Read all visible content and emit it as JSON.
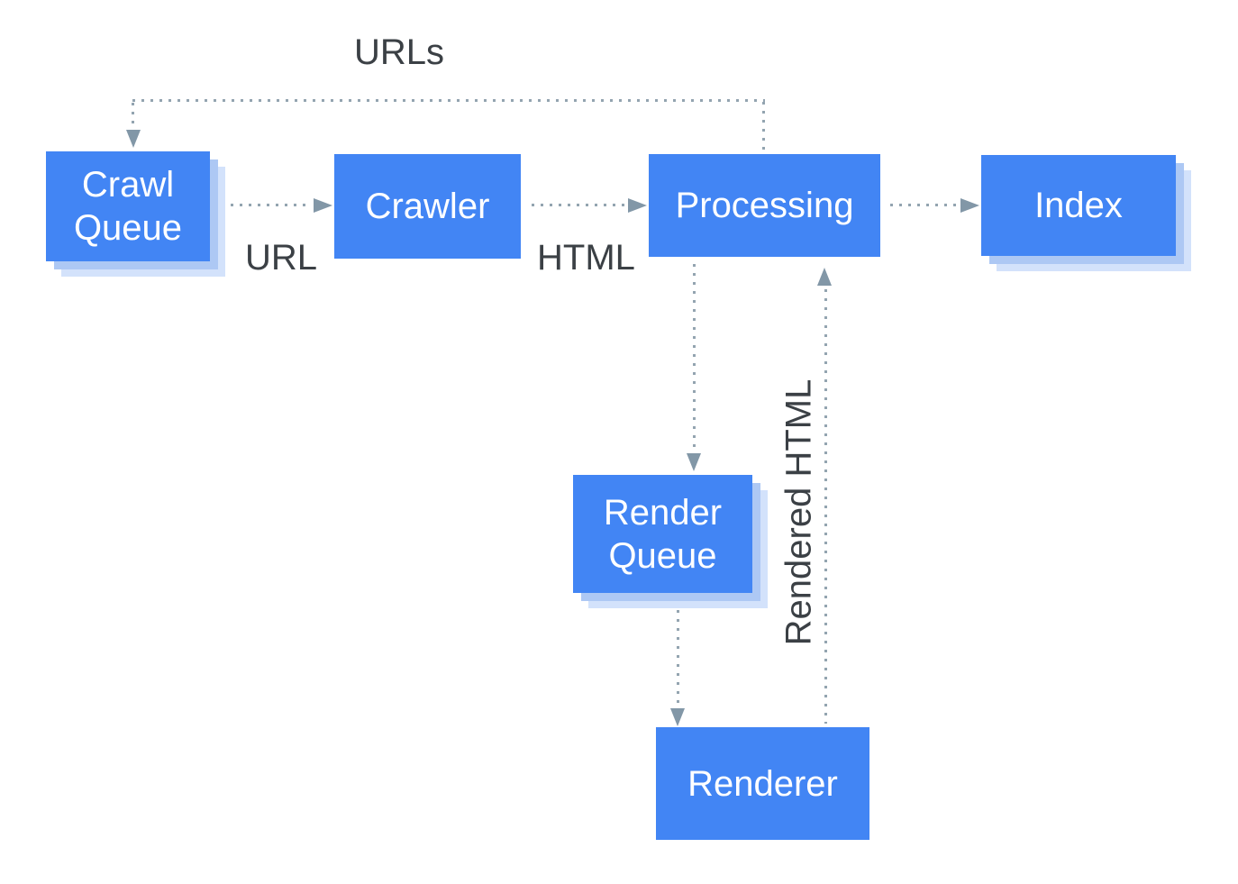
{
  "diagram": {
    "type": "flowchart",
    "nodes": [
      {
        "id": "crawl-queue",
        "label": "Crawl Queue",
        "shadow": true
      },
      {
        "id": "crawler",
        "label": "Crawler",
        "shadow": false
      },
      {
        "id": "processing",
        "label": "Processing",
        "shadow": false
      },
      {
        "id": "index",
        "label": "Index",
        "shadow": true
      },
      {
        "id": "render-queue",
        "label": "Render Queue",
        "shadow": true
      },
      {
        "id": "renderer",
        "label": "Renderer",
        "shadow": false
      }
    ],
    "edges": [
      {
        "from": "processing",
        "to": "crawl-queue",
        "label": "URLs",
        "style": "dotted"
      },
      {
        "from": "crawl-queue",
        "to": "crawler",
        "label": "URL",
        "style": "dotted"
      },
      {
        "from": "crawler",
        "to": "processing",
        "label": "HTML",
        "style": "dotted"
      },
      {
        "from": "processing",
        "to": "index",
        "label": "",
        "style": "dotted"
      },
      {
        "from": "processing",
        "to": "render-queue",
        "label": "",
        "style": "dotted"
      },
      {
        "from": "render-queue",
        "to": "renderer",
        "label": "",
        "style": "dotted"
      },
      {
        "from": "renderer",
        "to": "processing",
        "label": "Rendered HTML",
        "style": "dotted"
      }
    ],
    "colors": {
      "node_fill": "#4285f4",
      "node_text": "#ffffff",
      "shadow_inner": "#adc8f4",
      "shadow_outer": "#d3e2fb",
      "connector_dots": "#93a4b0",
      "arrowhead": "#8297a7",
      "label_text": "#3b4045",
      "background": "#ffffff"
    }
  }
}
